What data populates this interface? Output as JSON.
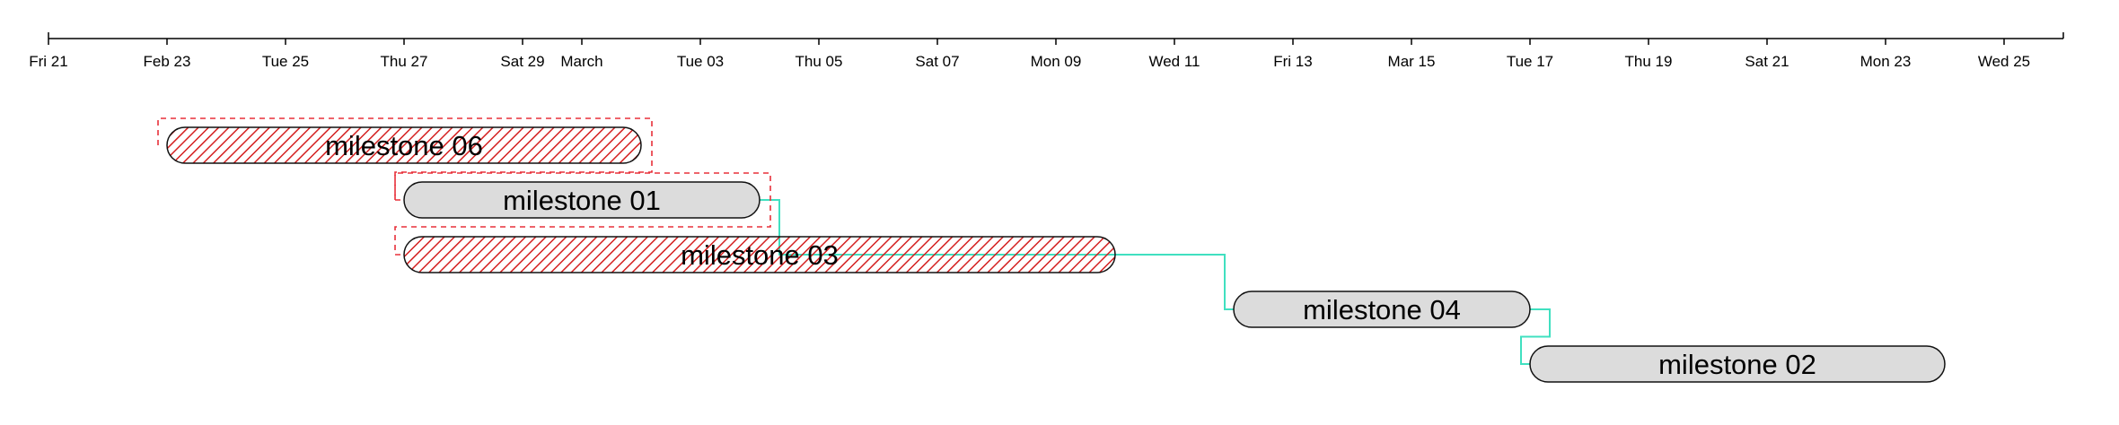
{
  "chart_data": {
    "type": "gantt",
    "x_axis": {
      "start": "2020-02-21",
      "end": "2020-03-26",
      "ticks": [
        {
          "date": "2020-02-21",
          "label": "Fri 21"
        },
        {
          "date": "2020-02-23",
          "label": "Feb 23"
        },
        {
          "date": "2020-02-25",
          "label": "Tue 25"
        },
        {
          "date": "2020-02-27",
          "label": "Thu 27"
        },
        {
          "date": "2020-02-29",
          "label": "Sat 29"
        },
        {
          "date": "2020-03-01",
          "label": "March"
        },
        {
          "date": "2020-03-03",
          "label": "Tue 03"
        },
        {
          "date": "2020-03-05",
          "label": "Thu 05"
        },
        {
          "date": "2020-03-07",
          "label": "Sat 07"
        },
        {
          "date": "2020-03-09",
          "label": "Mon 09"
        },
        {
          "date": "2020-03-11",
          "label": "Wed 11"
        },
        {
          "date": "2020-03-13",
          "label": "Fri 13"
        },
        {
          "date": "2020-03-15",
          "label": "Mar 15"
        },
        {
          "date": "2020-03-17",
          "label": "Tue 17"
        },
        {
          "date": "2020-03-19",
          "label": "Thu 19"
        },
        {
          "date": "2020-03-21",
          "label": "Sat 21"
        },
        {
          "date": "2020-03-23",
          "label": "Mon 23"
        },
        {
          "date": "2020-03-25",
          "label": "Wed 25"
        }
      ]
    },
    "tasks": [
      {
        "name": "milestone 06",
        "start": "2020-02-23",
        "end": "2020-03-02",
        "style": "hatched"
      },
      {
        "name": "milestone 01",
        "start": "2020-02-27",
        "end": "2020-03-04",
        "style": "plain"
      },
      {
        "name": "milestone 03",
        "start": "2020-02-27",
        "end": "2020-03-10",
        "style": "hatched"
      },
      {
        "name": "milestone 04",
        "start": "2020-03-12",
        "end": "2020-03-17",
        "style": "plain"
      },
      {
        "name": "milestone 02",
        "start": "2020-03-17",
        "end": "2020-03-24",
        "style": "plain"
      }
    ],
    "dependencies": [
      {
        "from": "milestone 01",
        "to": "milestone 04",
        "kind": "link"
      },
      {
        "from": "milestone 04",
        "to": "milestone 02",
        "kind": "link"
      },
      {
        "from": "milestone 06",
        "to": "milestone 01",
        "kind": "overlap"
      },
      {
        "from": "milestone 01",
        "to": "milestone 03",
        "kind": "overlap"
      }
    ],
    "colors": {
      "bar_fill": "#dcdcdc",
      "bar_stroke": "#111111",
      "hatch": "#d42020",
      "link": "#40e0c0",
      "overlap": "#e8303a",
      "axis": "#000000"
    }
  }
}
